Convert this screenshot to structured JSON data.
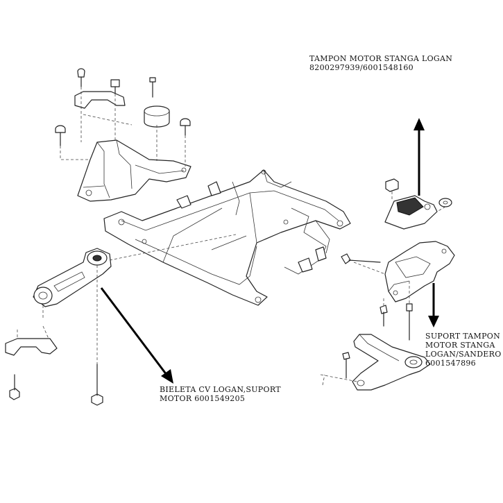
{
  "labels": {
    "tampon_motor": {
      "line1": "TAMPON MOTOR STANGA LOGAN",
      "line2": "8200297939/6001548160"
    },
    "bieleta": {
      "line1": "BIELETA CV LOGAN,SUPORT",
      "line2": "MOTOR 6001549205"
    },
    "suport_tampon": {
      "line1": "SUPORT TAMPON",
      "line2": "MOTOR STANGA",
      "line3": "LOGAN/SANDERO",
      "line4": "6001547896"
    }
  }
}
